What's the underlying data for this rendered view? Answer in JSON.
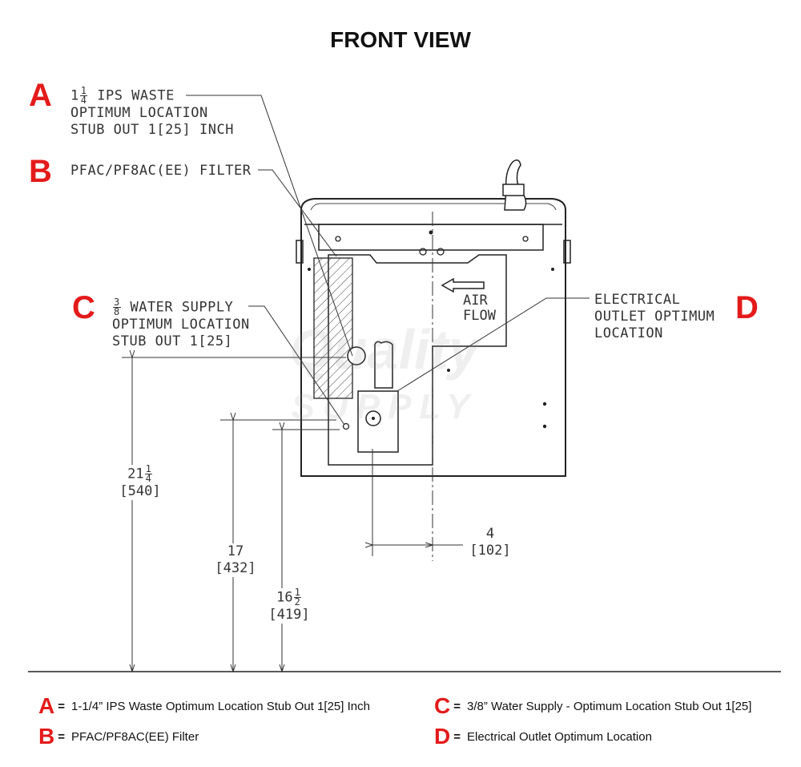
{
  "title": "FRONT VIEW",
  "colors": {
    "accent": "#e41b1b",
    "line": "#333333"
  },
  "callouts": {
    "a": {
      "letter": "A",
      "line1_whole": "1",
      "line1_num": "1",
      "line1_den": "4",
      "line1_text": " IPS WASTE",
      "line2": "OPTIMUM LOCATION",
      "line3": "STUB OUT 1[25] INCH"
    },
    "b": {
      "letter": "B",
      "line1": "PFAC/PF8AC(EE) FILTER"
    },
    "c": {
      "letter": "C",
      "line1_num": "3",
      "line1_den": "8",
      "line1_text": " WATER SUPPLY",
      "line2": "OPTIMUM LOCATION",
      "line3": "STUB OUT 1[25]"
    },
    "d": {
      "letter": "D",
      "line1": "ELECTRICAL",
      "line2": "OUTLET OPTIMUM",
      "line3": "LOCATION"
    }
  },
  "airflow": {
    "line1": "AIR",
    "line2": "FLOW"
  },
  "dimensions": {
    "h1": {
      "whole": "21",
      "num": "1",
      "den": "4",
      "metric": "[540]"
    },
    "h2": {
      "value": "17",
      "metric": "[432]"
    },
    "h3": {
      "whole": "16",
      "num": "1",
      "den": "2",
      "metric": "[419]"
    },
    "w1": {
      "value": "4",
      "metric": "[102]"
    }
  },
  "watermark": {
    "line1": "Quality",
    "line2": "SUPPLY"
  },
  "legend": [
    {
      "letter": "A",
      "eq": "=",
      "text": "1-1/4” IPS Waste Optimum Location Stub Out 1[25] Inch"
    },
    {
      "letter": "B",
      "eq": "=",
      "text": "PFAC/PF8AC(EE) Filter"
    },
    {
      "letter": "C",
      "eq": "=",
      "text": "3/8” Water Supply - Optimum Location Stub Out 1[25]"
    },
    {
      "letter": "D",
      "eq": "=",
      "text": "Electrical Outlet Optimum Location"
    }
  ]
}
